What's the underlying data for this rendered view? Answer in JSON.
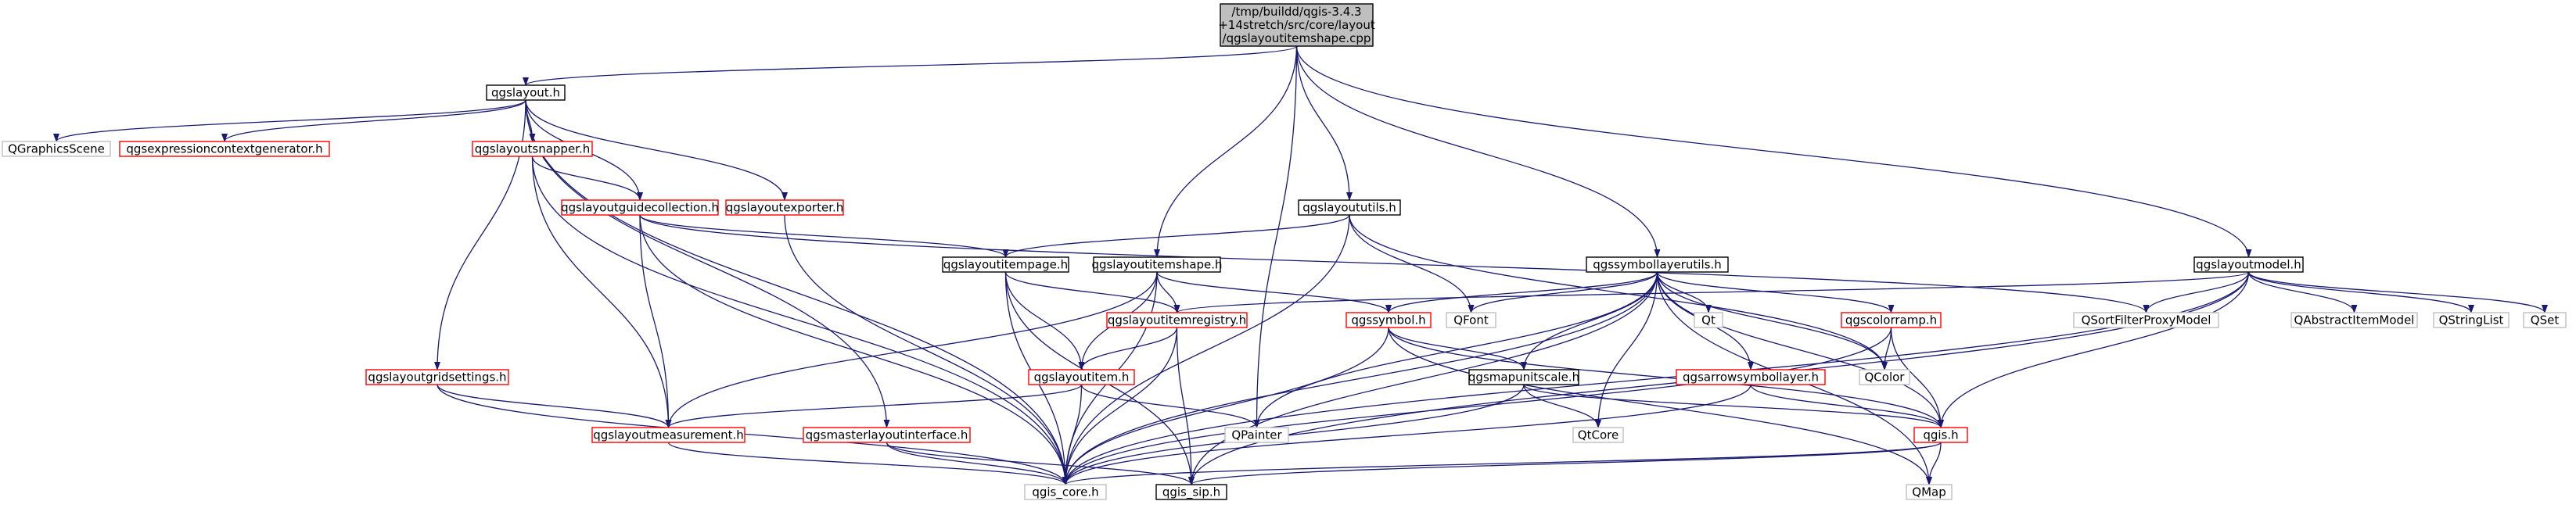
{
  "colors": {
    "edge": "#191970",
    "black_border": "#000000",
    "red_border": "#ff0000",
    "gray_border": "#bfbfbf",
    "root_fill": "#bfbfbf",
    "node_fill": "#ffffff",
    "gray_text": "#666666"
  },
  "nodes": [
    {
      "id": "root",
      "lines": [
        "/tmp/buildd/qgis-3.4.3",
        "+14stretch/src/core/layout",
        "/qgslayoutitemshape.cpp"
      ],
      "style": "root"
    },
    {
      "id": "qgslayout",
      "lines": [
        "qgslayout.h"
      ],
      "style": "black"
    },
    {
      "id": "qgraphicsscene",
      "lines": [
        "QGraphicsScene"
      ],
      "style": "gray"
    },
    {
      "id": "qgsexpressioncontextgenerator",
      "lines": [
        "qgsexpressioncontextgenerator.h"
      ],
      "style": "red"
    },
    {
      "id": "qgslayoutsnapper",
      "lines": [
        "qgslayoutsnapper.h"
      ],
      "style": "red"
    },
    {
      "id": "qgslayoutguidecollection",
      "lines": [
        "qgslayoutguidecollection.h"
      ],
      "style": "red"
    },
    {
      "id": "qgslayoutexporter",
      "lines": [
        "qgslayoutexporter.h"
      ],
      "style": "red"
    },
    {
      "id": "qgslayoututils",
      "lines": [
        "qgslayoututils.h"
      ],
      "style": "black"
    },
    {
      "id": "qgslayoutitempage",
      "lines": [
        "qgslayoutitempage.h"
      ],
      "style": "black"
    },
    {
      "id": "qgslayoutitemshape",
      "lines": [
        "qgslayoutitemshape.h"
      ],
      "style": "black"
    },
    {
      "id": "qgssymbollayerutils",
      "lines": [
        "qgssymbollayerutils.h"
      ],
      "style": "black"
    },
    {
      "id": "qgslayoutmodel",
      "lines": [
        "qgslayoutmodel.h"
      ],
      "style": "black"
    },
    {
      "id": "qgslayoutitemregistry",
      "lines": [
        "qgslayoutitemregistry.h"
      ],
      "style": "red"
    },
    {
      "id": "qgssymbol",
      "lines": [
        "qgssymbol.h"
      ],
      "style": "red"
    },
    {
      "id": "qfont",
      "lines": [
        "QFont"
      ],
      "style": "gray"
    },
    {
      "id": "qt",
      "lines": [
        "Qt"
      ],
      "style": "gray"
    },
    {
      "id": "qgscolorramp",
      "lines": [
        "qgscolorramp.h"
      ],
      "style": "red"
    },
    {
      "id": "qsortfilterproxymodel",
      "lines": [
        "QSortFilterProxyModel"
      ],
      "style": "gray"
    },
    {
      "id": "qabstractitemmodel",
      "lines": [
        "QAbstractItemModel"
      ],
      "style": "gray"
    },
    {
      "id": "qstringlist",
      "lines": [
        "QStringList"
      ],
      "style": "gray"
    },
    {
      "id": "qset",
      "lines": [
        "QSet"
      ],
      "style": "gray"
    },
    {
      "id": "qgslayoutgridsettings",
      "lines": [
        "qgslayoutgridsettings.h"
      ],
      "style": "red"
    },
    {
      "id": "qgslayoutitem",
      "lines": [
        "qgslayoutitem.h"
      ],
      "style": "red"
    },
    {
      "id": "qgsmapunitscale",
      "lines": [
        "qgsmapunitscale.h"
      ],
      "style": "black"
    },
    {
      "id": "qgsarrowsymbollayer",
      "lines": [
        "qgsarrowsymbollayer.h"
      ],
      "style": "red"
    },
    {
      "id": "qcolor",
      "lines": [
        "QColor"
      ],
      "style": "gray"
    },
    {
      "id": "qgslayoutmeasurement",
      "lines": [
        "qgslayoutmeasurement.h"
      ],
      "style": "red"
    },
    {
      "id": "qgsmasterlayoutinterface",
      "lines": [
        "qgsmasterlayoutinterface.h"
      ],
      "style": "red"
    },
    {
      "id": "qpainter",
      "lines": [
        "QPainter"
      ],
      "style": "gray"
    },
    {
      "id": "qtcore",
      "lines": [
        "QtCore"
      ],
      "style": "gray"
    },
    {
      "id": "qgis",
      "lines": [
        "qgis.h"
      ],
      "style": "red"
    },
    {
      "id": "qgis_core",
      "lines": [
        "qgis_core.h"
      ],
      "style": "gray"
    },
    {
      "id": "qgis_sip",
      "lines": [
        "qgis_sip.h"
      ],
      "style": "black"
    },
    {
      "id": "qmap",
      "lines": [
        "QMap"
      ],
      "style": "gray"
    }
  ],
  "edges": [
    [
      "root",
      "qgslayout"
    ],
    [
      "root",
      "qgslayoutitemshape"
    ],
    [
      "root",
      "qpainter"
    ],
    [
      "root",
      "qgslayoututils"
    ],
    [
      "root",
      "qgssymbollayerutils"
    ],
    [
      "root",
      "qgslayoutmodel"
    ],
    [
      "qgslayout",
      "qgraphicsscene"
    ],
    [
      "qgslayout",
      "qgsexpressioncontextgenerator"
    ],
    [
      "qgslayout",
      "qgslayoutsnapper"
    ],
    [
      "qgslayout",
      "qgslayoutguidecollection"
    ],
    [
      "qgslayout",
      "qgslayoutexporter"
    ],
    [
      "qgslayout",
      "qgslayoutgridsettings"
    ],
    [
      "qgslayout",
      "qgsmasterlayoutinterface"
    ],
    [
      "qgslayout",
      "qgis_core"
    ],
    [
      "qgslayoutsnapper",
      "qgslayoutguidecollection"
    ],
    [
      "qgslayoutsnapper",
      "qgslayoutmeasurement"
    ],
    [
      "qgslayoutsnapper",
      "qgis_core"
    ],
    [
      "qgslayoutguidecollection",
      "qgslayoutitempage"
    ],
    [
      "qgslayoutguidecollection",
      "qgslayoutmeasurement"
    ],
    [
      "qgslayoutguidecollection",
      "qgis_core"
    ],
    [
      "qgslayoutguidecollection",
      "qsortfilterproxymodel"
    ],
    [
      "qgslayoutexporter",
      "qgis_core"
    ],
    [
      "qgslayoututils",
      "qgslayoutitempage"
    ],
    [
      "qgslayoututils",
      "qfont"
    ],
    [
      "qgslayoututils",
      "qcolor"
    ],
    [
      "qgslayoututils",
      "qgis_core"
    ],
    [
      "qgslayoutitempage",
      "qgslayoutitemregistry"
    ],
    [
      "qgslayoutitempage",
      "qgslayoutitem"
    ],
    [
      "qgslayoutitempage",
      "qgis_core"
    ],
    [
      "qgslayoutitempage",
      "qgis_sip"
    ],
    [
      "qgslayoutitemshape",
      "qgslayoutitemregistry"
    ],
    [
      "qgslayoutitemshape",
      "qgssymbol"
    ],
    [
      "qgslayoutitemshape",
      "qgslayoutitem"
    ],
    [
      "qgslayoutitemshape",
      "qgslayoutmeasurement"
    ],
    [
      "qgslayoutitemshape",
      "qgis_core"
    ],
    [
      "qgssymbollayerutils",
      "qgssymbol"
    ],
    [
      "qgssymbollayerutils",
      "qfont"
    ],
    [
      "qgssymbollayerutils",
      "qt"
    ],
    [
      "qgssymbollayerutils",
      "qgscolorramp"
    ],
    [
      "qgssymbollayerutils",
      "qgsmapunitscale"
    ],
    [
      "qgssymbollayerutils",
      "qgsarrowsymbollayer"
    ],
    [
      "qgssymbollayerutils",
      "qcolor"
    ],
    [
      "qgssymbollayerutils",
      "qpainter"
    ],
    [
      "qgssymbollayerutils",
      "qtcore"
    ],
    [
      "qgssymbollayerutils",
      "qgis"
    ],
    [
      "qgssymbollayerutils",
      "qgis_core"
    ],
    [
      "qgssymbollayerutils",
      "qgis_sip"
    ],
    [
      "qgssymbollayerutils",
      "qmap"
    ],
    [
      "qgslayoutmodel",
      "qsortfilterproxymodel"
    ],
    [
      "qgslayoutmodel",
      "qabstractitemmodel"
    ],
    [
      "qgslayoutmodel",
      "qstringlist"
    ],
    [
      "qgslayoutmodel",
      "qset"
    ],
    [
      "qgslayoutmodel",
      "qgslayoutitemregistry"
    ],
    [
      "qgslayoutmodel",
      "qgis"
    ],
    [
      "qgslayoutmodel",
      "qgis_core"
    ],
    [
      "qgslayoutmodel",
      "qgis_sip"
    ],
    [
      "qgslayoutitemregistry",
      "qgslayoutitem"
    ],
    [
      "qgslayoutitemregistry",
      "qgis_core"
    ],
    [
      "qgslayoutitemregistry",
      "qgis_sip"
    ],
    [
      "qgssymbol",
      "qgsmapunitscale"
    ],
    [
      "qgssymbol",
      "qgis"
    ],
    [
      "qgssymbol",
      "qgis_core"
    ],
    [
      "qgssymbol",
      "qmap"
    ],
    [
      "qgscolorramp",
      "qcolor"
    ],
    [
      "qgscolorramp",
      "qgis"
    ],
    [
      "qgscolorramp",
      "qgis_core"
    ],
    [
      "qgslayoutgridsettings",
      "qgslayoutmeasurement"
    ],
    [
      "qgslayoutgridsettings",
      "qgis_core"
    ],
    [
      "qgslayoutitem",
      "qgslayoutmeasurement"
    ],
    [
      "qgslayoutitem",
      "qpainter"
    ],
    [
      "qgslayoutitem",
      "qgis_core"
    ],
    [
      "qgsmapunitscale",
      "qtcore"
    ],
    [
      "qgsmapunitscale",
      "qgis"
    ],
    [
      "qgsmapunitscale",
      "qgis_core"
    ],
    [
      "qgsarrowsymbollayer",
      "qgis"
    ],
    [
      "qgsarrowsymbollayer",
      "qgis_core"
    ],
    [
      "qgslayoutmeasurement",
      "qgis_core"
    ],
    [
      "qgsmasterlayoutinterface",
      "qgis_core"
    ],
    [
      "qgsmasterlayoutinterface",
      "qgis_sip"
    ],
    [
      "qgis",
      "qgis_core"
    ],
    [
      "qgis",
      "qgis_sip"
    ],
    [
      "qgis",
      "qmap"
    ]
  ]
}
